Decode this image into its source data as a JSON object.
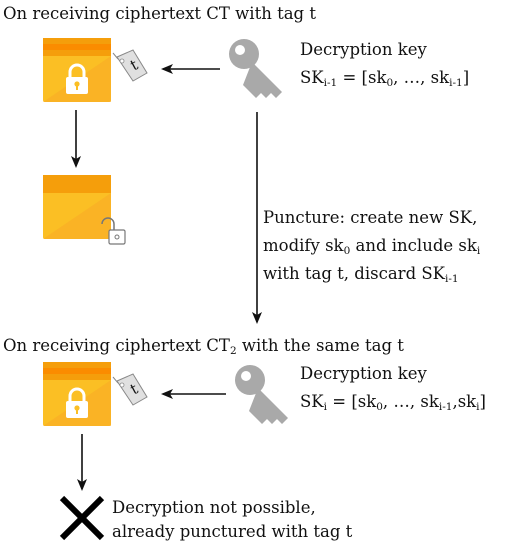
{
  "top": {
    "heading": "On receiving ciphertext CT with tag t",
    "tag_label": "t",
    "key_title": "Decryption key",
    "key_formula": {
      "lhs": "SK",
      "lhs_sub": "i-1",
      "eq": " = [sk",
      "s0": "0",
      "mid": ", …, sk",
      "s1": "i-1",
      "end": "]"
    }
  },
  "puncture": {
    "line1": "Puncture: create new SK,",
    "line2_a": "modify sk",
    "line2_sub0": "0",
    "line2_b": " and include sk",
    "line2_subi": "i",
    "line3_a": "with tag t, discard SK",
    "line3_sub": "i-1"
  },
  "bottom": {
    "heading_a": "On receiving ciphertext CT",
    "heading_sub": "2",
    "heading_b": " with the same tag t",
    "tag_label": "t",
    "key_title": "Decryption key",
    "key_formula": {
      "lhs": "SK",
      "lhs_sub": "i",
      "eq": " = [sk",
      "s0": "0",
      "mid": ", …, sk",
      "s1": "i-1",
      "comma": ",sk",
      "s2": "i",
      "end": "]"
    }
  },
  "result": {
    "line1": "Decryption not possible,",
    "line2": "already punctured with tag t"
  },
  "colors": {
    "box_body": "#FBBF24",
    "box_lid": "#F59E0B",
    "box_band": "#FB8C00",
    "key_gray": "#A9A9A9",
    "tag_gray": "#E0E0E0"
  }
}
